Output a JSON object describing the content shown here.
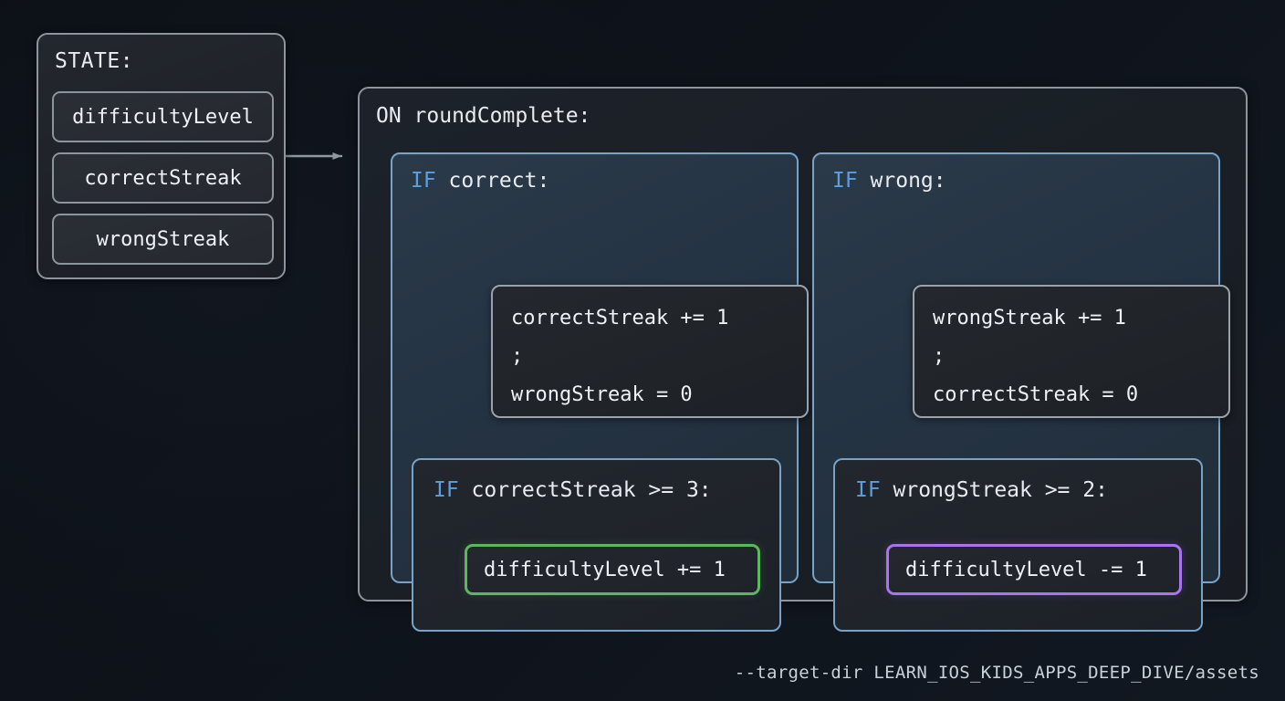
{
  "state_panel": {
    "title": "STATE:",
    "items": [
      {
        "label": "difficultyLevel"
      },
      {
        "label": "correctStreak"
      },
      {
        "label": "wrongStreak"
      }
    ]
  },
  "flow_panel": {
    "title": "ON roundComplete:",
    "branches": [
      {
        "keyword": "IF",
        "condition": "correct:",
        "statement_lines": [
          "correctStreak += 1",
          ";",
          "wrongStreak = 0"
        ],
        "nested": {
          "keyword": "IF",
          "condition": "correctStreak >= 3:",
          "action": "difficultyLevel += 1",
          "action_color": "#5cb85f"
        }
      },
      {
        "keyword": "IF",
        "condition": "wrong:",
        "statement_lines": [
          "wrongStreak += 1",
          ";",
          "correctStreak = 0"
        ],
        "nested": {
          "keyword": "IF",
          "condition": "wrongStreak >= 2:",
          "action": "difficultyLevel -= 1",
          "action_color": "#a974ee"
        }
      }
    ]
  },
  "footer": {
    "command": "--target-dir LEARN_IOS_KIDS_APPS_DEEP_DIVE/assets"
  },
  "theme": {
    "background": "#0d1117",
    "panel_border": "#8c949d",
    "branch_border": "#79a2c4",
    "keyword_color": "#5b9fe0",
    "wire_color": "#8c949d",
    "accent_green": "#5cb85f",
    "accent_purple": "#a974ee"
  }
}
